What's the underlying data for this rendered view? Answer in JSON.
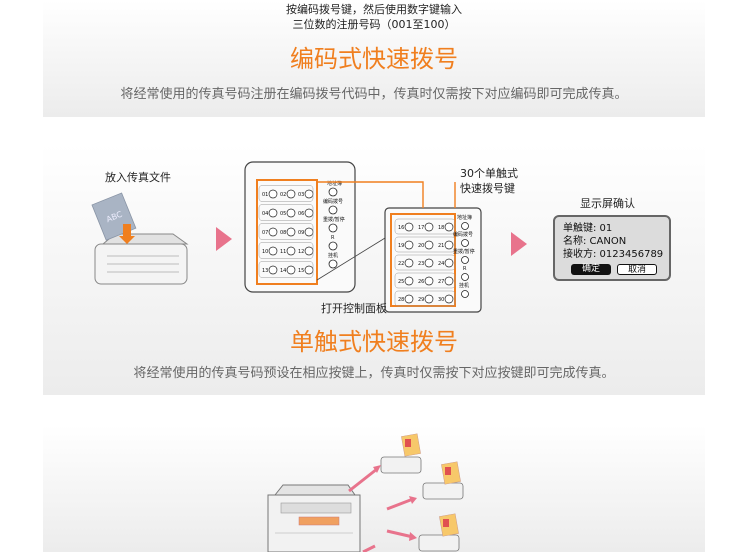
{
  "coded_dialing": {
    "instruction_line1": "按编码拨号键，然后使用数字键输入",
    "instruction_line2": "三位数的注册号码（001至100）",
    "title": "编码式快速拨号",
    "description": "将经常使用的传真号码注册在编码拨号代码中，传真时仅需按下对应编码即可完成传真。"
  },
  "one_touch": {
    "step1_label": "放入传真文件",
    "step2_label": "打开控制面板",
    "callout_line1": "30个单触式",
    "callout_line2": "快速拨号键",
    "step3_label": "显示屏确认",
    "panel_labels": {
      "address_book": "地址簿",
      "coded_dial": "编码拨号",
      "redial": "重拨/暂停",
      "r": "R",
      "hook": "挂机"
    },
    "keys_closed": [
      "01",
      "02",
      "03",
      "04",
      "05",
      "06",
      "07",
      "08",
      "09",
      "10",
      "11",
      "12",
      "13",
      "14",
      "15"
    ],
    "keys_open": [
      "16",
      "17",
      "18",
      "19",
      "20",
      "21",
      "22",
      "23",
      "24",
      "25",
      "26",
      "27",
      "28",
      "29",
      "30"
    ],
    "display": {
      "line1": "单触键: 01",
      "line2": "名称: CANON",
      "line3": "接收方: 0123456789",
      "ok_button": "确定",
      "cancel_button": "取消"
    },
    "paper_text": "ABC",
    "title": "单触式快速拨号",
    "description": "将经常使用的传真号码预设在相应按键上，传真时仅需按下对应按键即可完成传真。"
  },
  "colors": {
    "accent": "#f07f1f",
    "arrow": "#e8738c",
    "panel_bg": "#ececec",
    "paper": "#a9b4c4"
  }
}
